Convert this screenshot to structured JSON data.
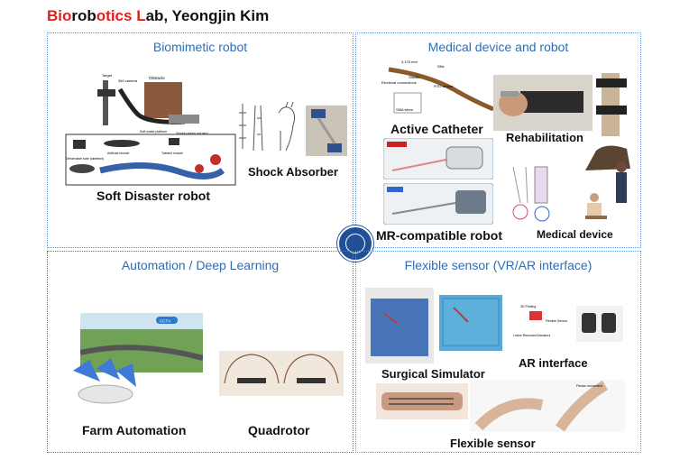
{
  "header": {
    "part1": "Bio",
    "part2": "rob",
    "part3": "otics ",
    "part4": "L",
    "part5": "ab",
    "part6": ", Yeongjin Kim"
  },
  "panels": {
    "biomimetic": {
      "title": "Biomimetic robot",
      "labels": {
        "soft": "Soft Disaster robot",
        "shock": "Shock Absorber"
      }
    },
    "medical": {
      "title": "Medical device and robot",
      "labels": {
        "catheter": "Active Catheter",
        "rehab": "Rehabilitation",
        "mr": "MR-compatible robot",
        "device": "Medical device"
      }
    },
    "automation": {
      "title": "Automation / Deep Learning",
      "labels": {
        "farm": "Farm Automation",
        "quad": "Quadrotor"
      }
    },
    "flexible": {
      "title": "Flexible sensor (VR/AR interface)",
      "labels": {
        "surgical": "Surgical Simulator",
        "ar": "AR interface",
        "flex": "Flexible sensor"
      }
    }
  },
  "figure_text": {
    "target": "Target",
    "camera": "360 camera",
    "obstacle": "Obstacle",
    "platform": "Soft snake platform",
    "tendon": "Tendon driven actuator",
    "deformable": "Deformable tube (skeleton)",
    "artificial": "Artificial muscle",
    "twister": "Twisted muscle",
    "dim": "3.175 mm",
    "slits": "Slits",
    "electrical": "Electrical connections",
    "sheath": "Sheath",
    "rtd": "RTD sensor",
    "sma": "SMA wires",
    "cctv": "CCTV",
    "printing": "3D Printing",
    "flexsensor": "Flexible Sensor",
    "actuators": "Linear Resonant Actuators",
    "flexion": "Flexion movement"
  },
  "colors": {
    "title_blue": "#2f6db3",
    "panel_border": "#6a95cf",
    "green_border": "#3c9a3c",
    "accent_red": "#e0201c"
  }
}
